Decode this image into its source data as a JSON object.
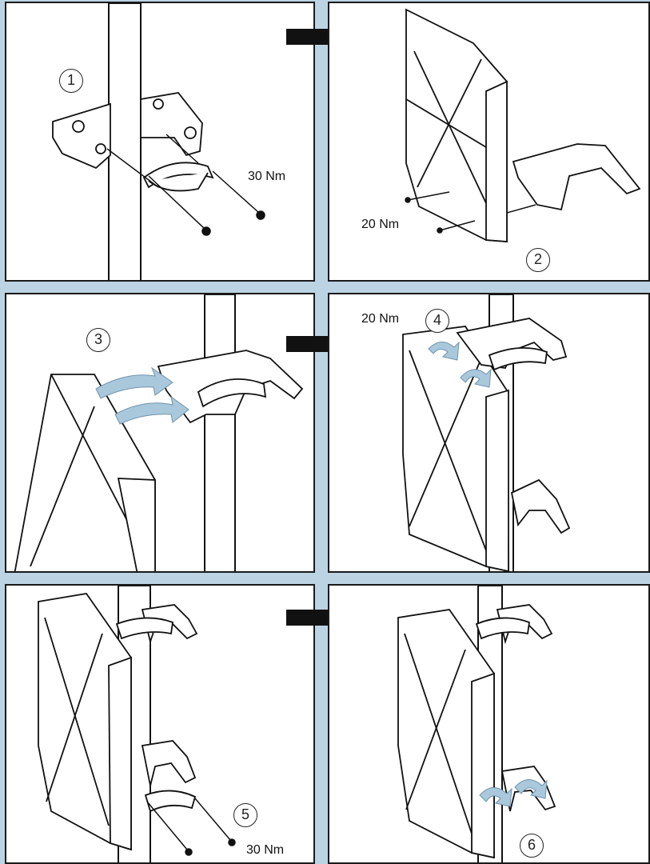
{
  "steps": {
    "s1": "1",
    "s2": "2",
    "s3": "3",
    "s4": "4",
    "s5": "5",
    "s6": "6"
  },
  "torques": {
    "t1": "30 Nm",
    "t2": "20 Nm",
    "t4": "20 Nm",
    "t5": "30 Nm"
  },
  "colors": {
    "background": "#bcd3e3",
    "panel": "#ffffff",
    "line": "#1a1a1a",
    "highlight_arrow": "#a9c8dc"
  },
  "icons": [
    "right-arrow-icon",
    "pole-icon",
    "bracket-icon",
    "clamp-icon",
    "bolt-icon",
    "panel-frame-icon",
    "rotate-arrow-icon"
  ]
}
